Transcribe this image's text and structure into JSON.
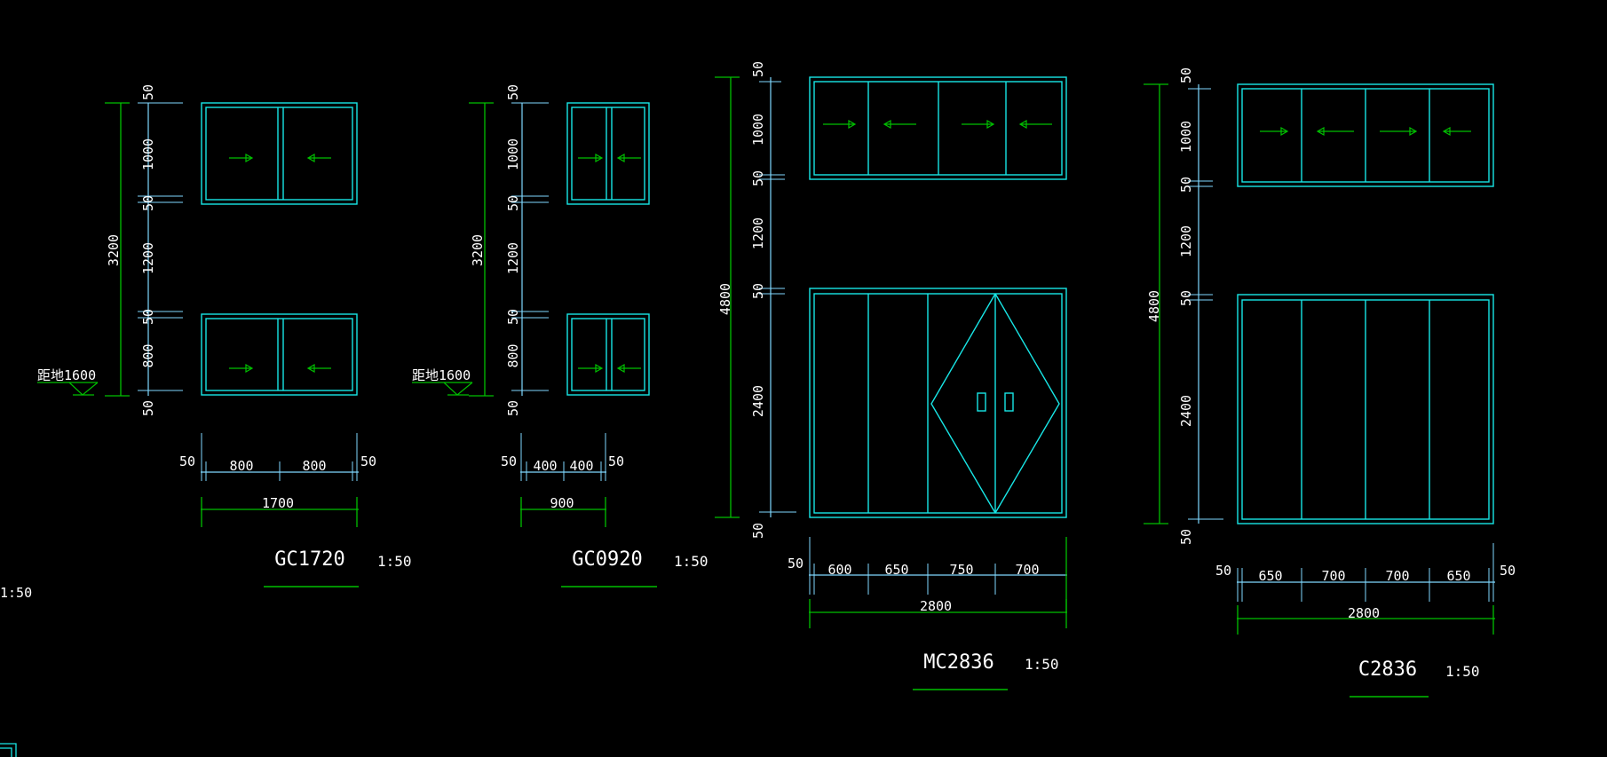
{
  "colors": {
    "background": "#000000",
    "frame": "#18e6e6",
    "dimension": "#7fd8ff",
    "green": "#00c000",
    "text": "#ffffff"
  },
  "edge_label": "1:50",
  "drawings": [
    {
      "id": "gc1720",
      "title": "GC1720",
      "scale": "1:50",
      "height_total": "3200",
      "vertical_dims": [
        "50",
        "1000",
        "50",
        "1200",
        "50",
        "800",
        "50"
      ],
      "horizontal_dims": [
        "50",
        "800",
        "800",
        "50"
      ],
      "width_total": "1700",
      "floor_note": "距地1600"
    },
    {
      "id": "gc0920",
      "title": "GC0920",
      "scale": "1:50",
      "height_total": "3200",
      "vertical_dims": [
        "50",
        "1000",
        "50",
        "1200",
        "50",
        "800",
        "50"
      ],
      "horizontal_dims": [
        "50",
        "400",
        "400",
        "50"
      ],
      "width_total": "900",
      "floor_note": "距地1600"
    },
    {
      "id": "mc2836",
      "title": "MC2836",
      "scale": "1:50",
      "height_total": "4800",
      "vertical_dims": [
        "50",
        "1000",
        "50",
        "1200",
        "50",
        "2400",
        "50"
      ],
      "horizontal_dims": [
        "50",
        "600",
        "650",
        "750",
        "700"
      ],
      "width_total": "2800"
    },
    {
      "id": "c2836",
      "title": "C2836",
      "scale": "1:50",
      "height_total": "4800",
      "vertical_dims": [
        "50",
        "1000",
        "50",
        "1200",
        "50",
        "2400",
        "50"
      ],
      "horizontal_dims": [
        "50",
        "650",
        "700",
        "700",
        "650",
        "50"
      ],
      "width_total": "2800"
    }
  ]
}
